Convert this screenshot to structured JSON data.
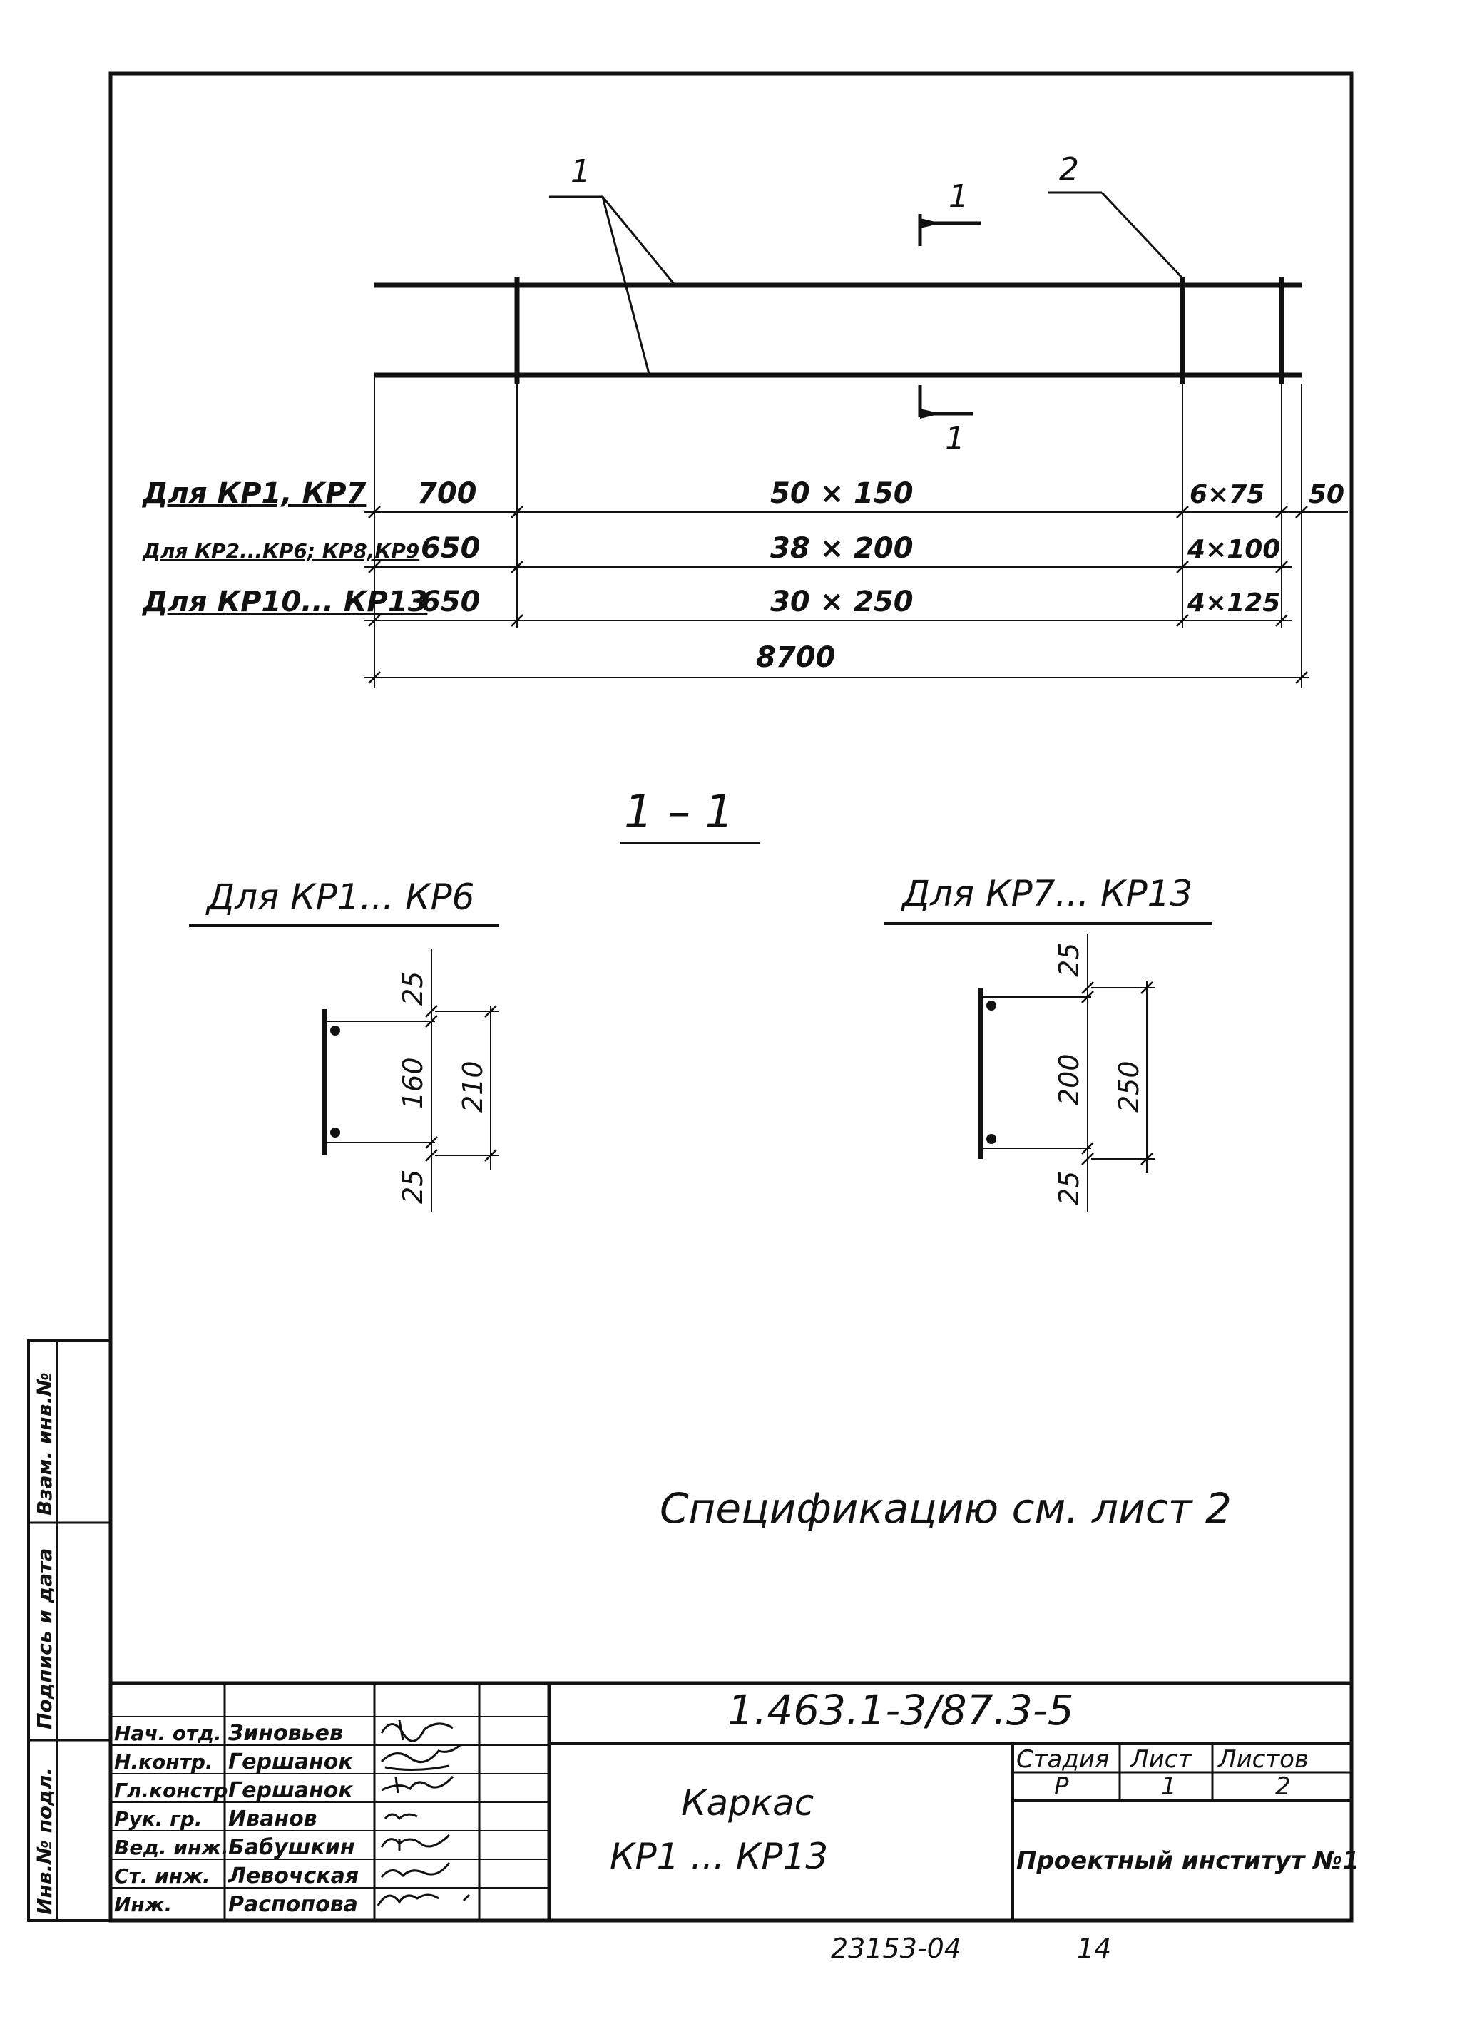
{
  "plan": {
    "callout_rod": "1",
    "callout_stirrup": "2",
    "section_mark_top": "1",
    "section_mark_bottom": "1"
  },
  "dimension_rows": [
    {
      "label": "Для КР1, КР7",
      "seg1": "700",
      "seg2": "50 × 150",
      "seg3": "6×75",
      "seg4": "50"
    },
    {
      "label": "Для КР2...КР6; КР8,КР9",
      "seg1": "650",
      "seg2": "38 × 200",
      "seg3": "4×100"
    },
    {
      "label": "Для КР10... КР13",
      "seg1": "650",
      "seg2": "30 × 250",
      "seg3": "4×125"
    }
  ],
  "total_length": "8700",
  "section": {
    "title": "1 – 1",
    "left": {
      "label": "Для КР1... КР6",
      "top": "25",
      "middle": "160",
      "total": "210",
      "bottom": "25"
    },
    "right": {
      "label": "Для КР7... КР13",
      "top": "25",
      "middle": "200",
      "total": "250",
      "bottom": "25"
    }
  },
  "note": "Спецификацию см. лист 2",
  "side_stamp": [
    "Инв.№ подл.",
    "Подпись и дата",
    "Взам. инв.№"
  ],
  "title_block": {
    "document_code": "1.463.1-3/87.3-5",
    "name_line1": "Каркас",
    "name_line2": "КР1 ... КР13",
    "stage_header": "Стадия",
    "sheet_header": "Лист",
    "sheets_header": "Листов",
    "stage": "Р",
    "sheet": "1",
    "sheets": "2",
    "organization": "Проектный институт №1",
    "staff": [
      {
        "role": "Нач. отд.",
        "name": "Зиновьев"
      },
      {
        "role": "Н.контр.",
        "name": "Гершанок"
      },
      {
        "role": "Гл.констр.",
        "name": "Гершанок"
      },
      {
        "role": "Рук. гр.",
        "name": "Иванов"
      },
      {
        "role": "Вед. инж.",
        "name": "Бабушкин"
      },
      {
        "role": "Ст. инж.",
        "name": "Левочская"
      },
      {
        "role": "Инж.",
        "name": "Распопова"
      }
    ]
  },
  "footer": {
    "archive_number": "23153-04",
    "page": "14"
  }
}
